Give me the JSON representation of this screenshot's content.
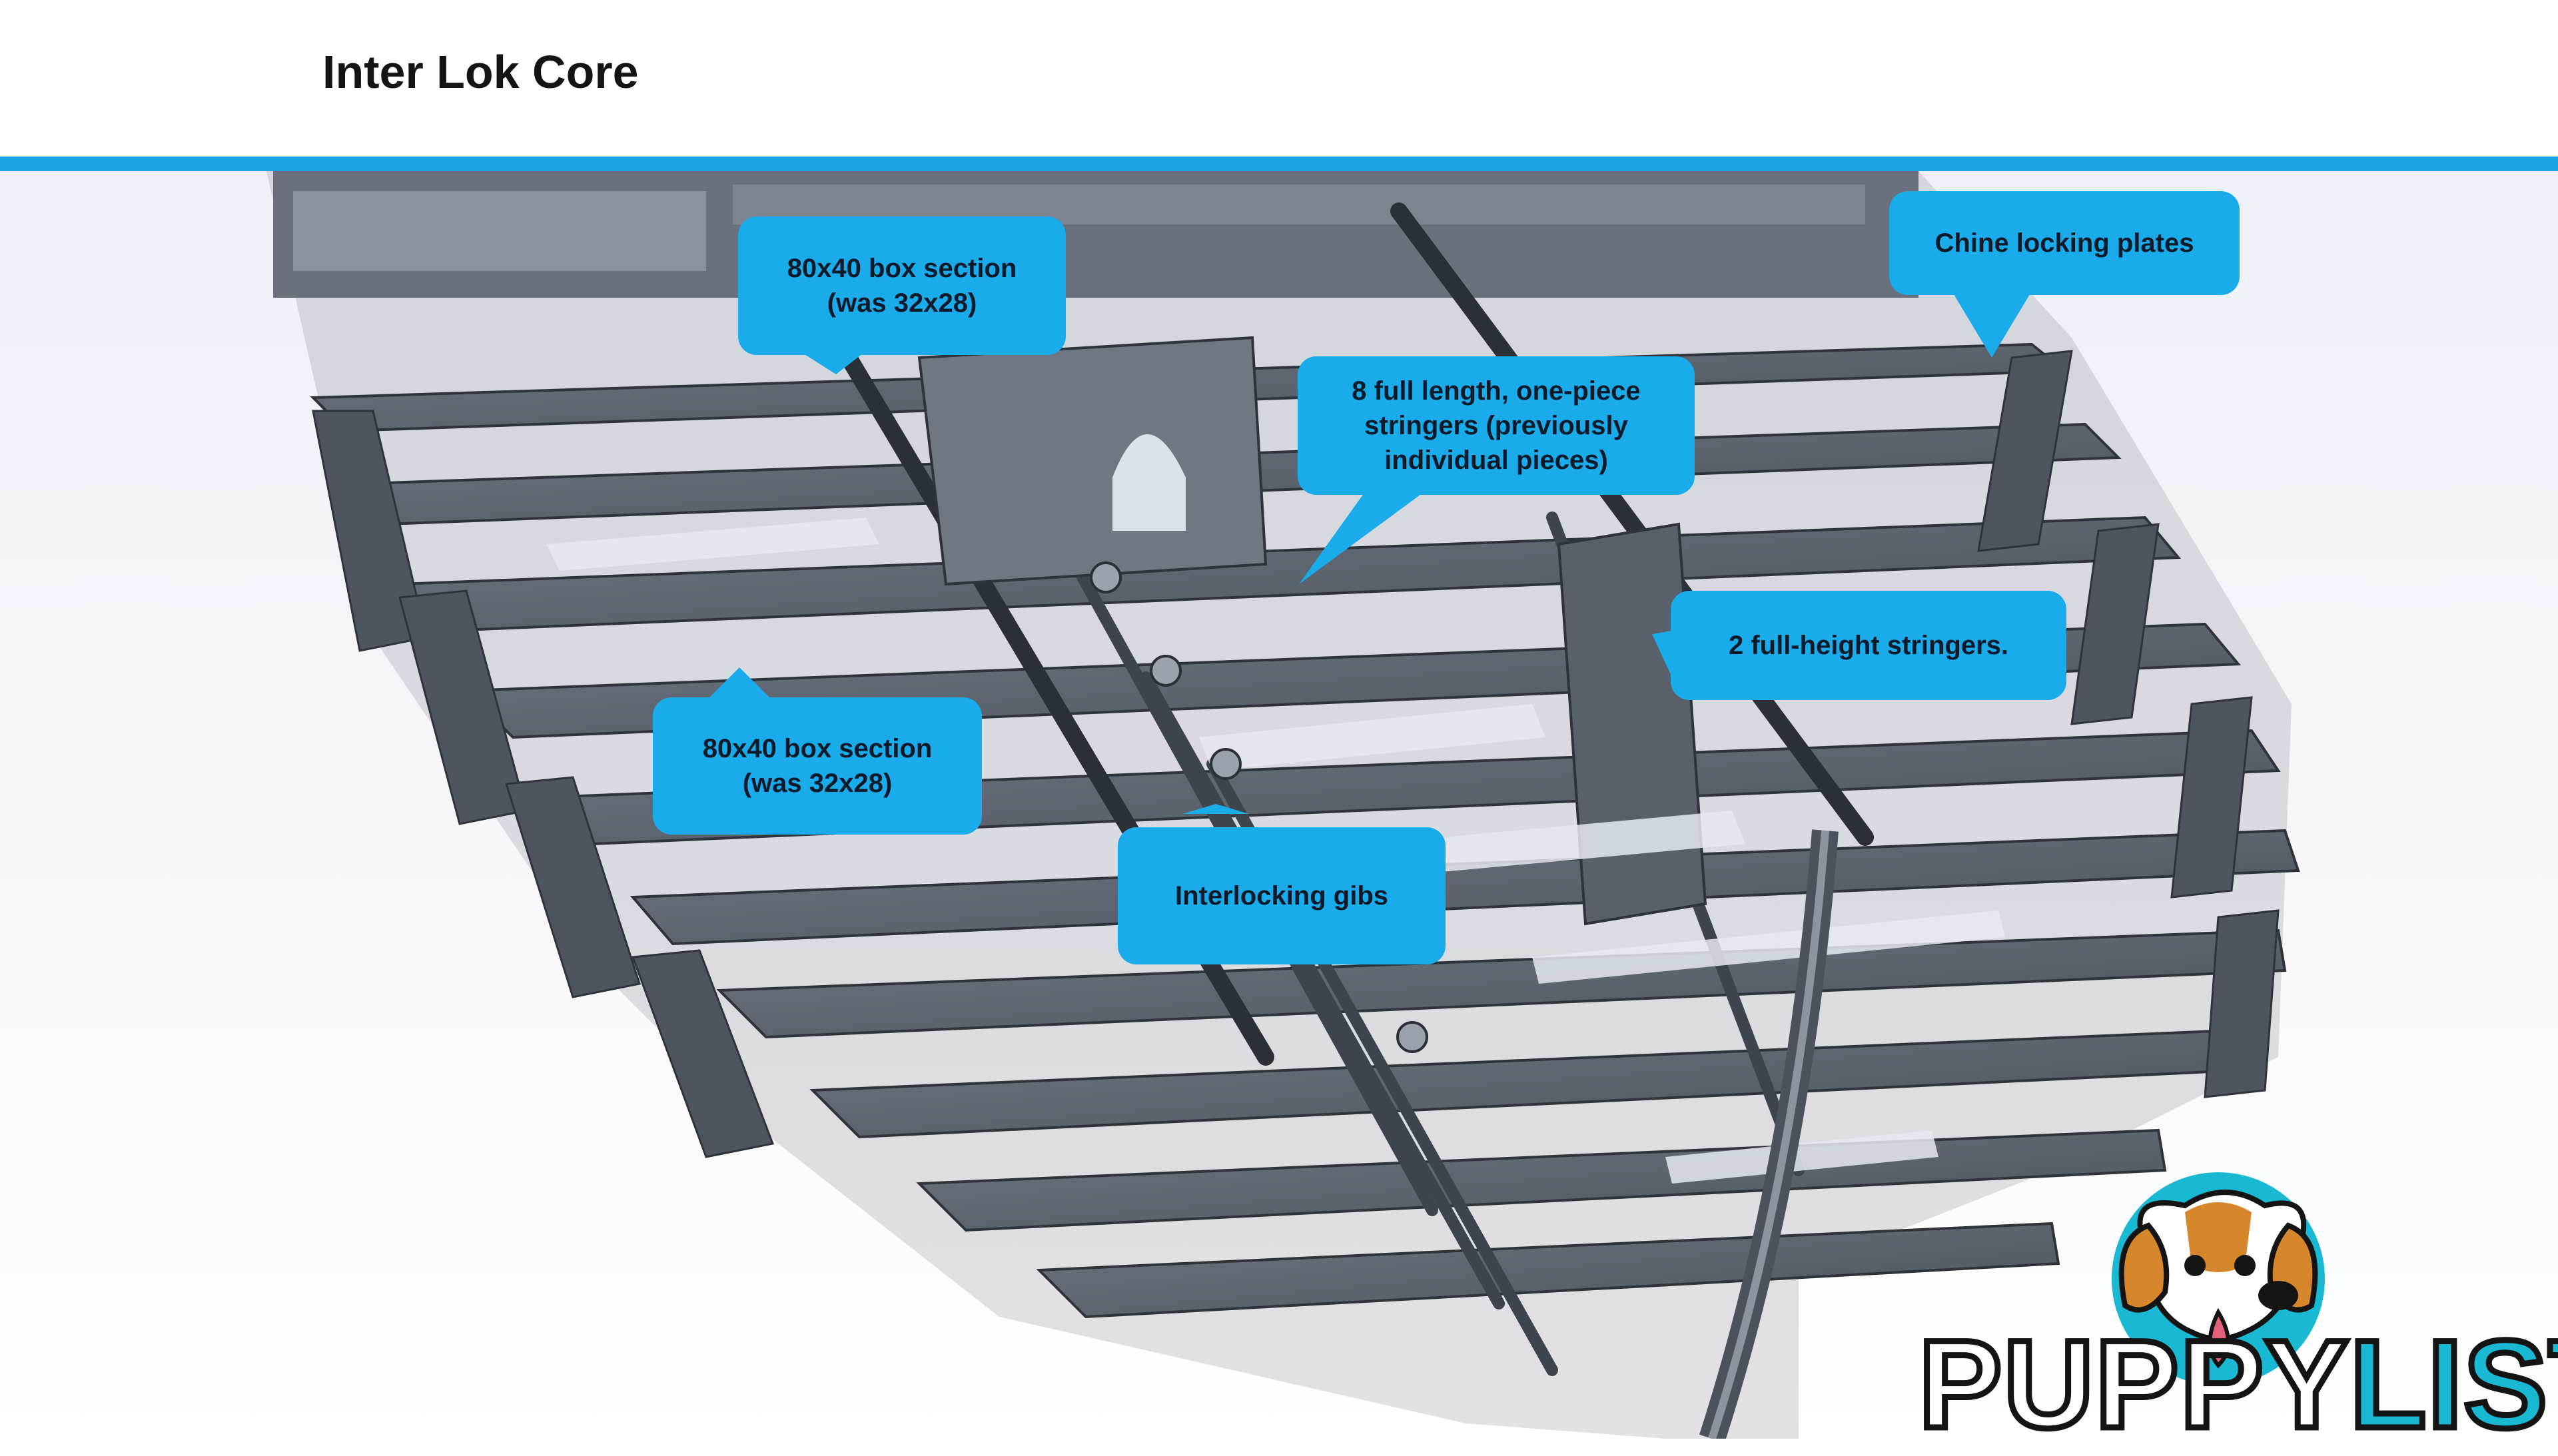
{
  "slide": {
    "title": "Inter Lok Core"
  },
  "colors": {
    "accent": "#1aa4e4",
    "callout": "#1aabeb",
    "frame": "#5c6470",
    "frame_dark": "#3b4048",
    "brand_teal": "#19b9d4"
  },
  "callouts": {
    "box_section_top": [
      "80x40 box section",
      "(was 32x28)"
    ],
    "chine_plates": [
      "Chine locking plates"
    ],
    "stringers_full_length": [
      "8 full length, one-piece",
      "stringers (previously",
      "individual pieces)"
    ],
    "full_height_stringers": [
      "2 full-height stringers."
    ],
    "box_section_left": [
      "80x40 box section",
      "(was 32x28)"
    ],
    "interlocking_gibs": [
      "Interlocking gibs"
    ]
  },
  "brand": {
    "part1": "PUPPY",
    "part2": "LIST",
    "mascot": "beagle-puppy-icon"
  }
}
